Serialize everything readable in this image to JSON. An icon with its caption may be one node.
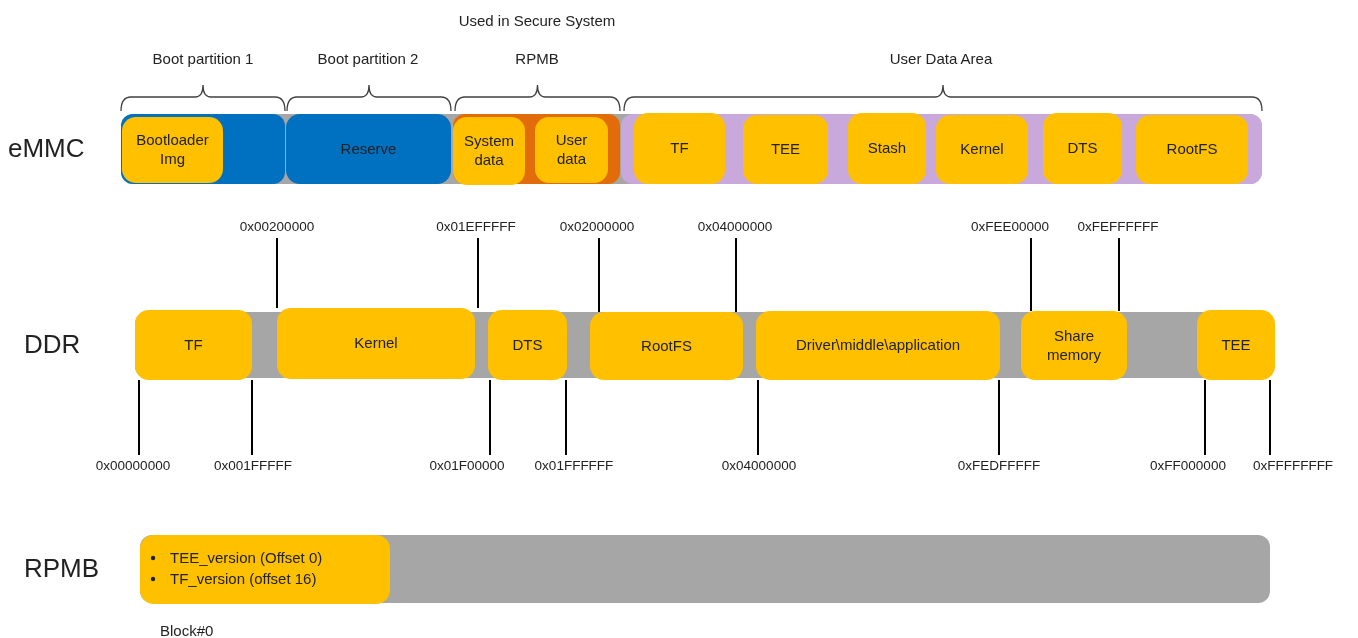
{
  "diagram": {
    "nodes": [
      {
        "text": [],
        "shape": "bar",
        "beside": [
          "eMMC"
        ]
      },
      {
        "text": [],
        "shape": "bar",
        "in": 0
      },
      {
        "text": [
          "Bootloader Img"
        ],
        "in": 1
      },
      {
        "text": [
          "Reserve"
        ],
        "in": 0
      },
      {
        "text": [],
        "shape": "bar",
        "in": 0
      },
      {
        "text": [
          "System data"
        ],
        "in": 4
      },
      {
        "text": [
          "User data"
        ],
        "in": 4
      },
      {
        "text": [],
        "shape": "bar",
        "in": 0
      },
      {
        "text": [
          "TF"
        ],
        "in": 7
      },
      {
        "text": [
          "TEE"
        ],
        "in": 7
      },
      {
        "text": [
          "Stash"
        ],
        "in": 7
      },
      {
        "text": [
          "Kernel"
        ],
        "in": 7
      },
      {
        "text": [
          "DTS"
        ],
        "in": 7
      },
      {
        "text": [
          "RootFS"
        ],
        "in": 7
      },
      {
        "text": [],
        "shape": "bar",
        "beside": [
          "DDR"
        ]
      },
      {
        "text": [
          "TF"
        ],
        "in": 14
      },
      {
        "text": [
          "Kernel"
        ],
        "in": 14
      },
      {
        "text": [
          "DTS"
        ],
        "in": 14
      },
      {
        "text": [
          "RootFS"
        ],
        "in": 14
      },
      {
        "text": [
          "Driver\\middle\\application"
        ],
        "in": 14
      },
      {
        "text": [
          "Share memory"
        ],
        "in": 14
      },
      {
        "text": [
          "TEE"
        ],
        "in": 14
      },
      {
        "text": [],
        "shape": "bar",
        "beside": [
          "RPMB"
        ]
      },
      {
        "text": [
          "TEE_version (Offset 0)",
          "TF_version (offset 16)"
        ],
        "in": 22,
        "beside": [
          "Block#0"
        ]
      },
      {
        "text": [
          "0x00200000"
        ]
      },
      {
        "text": [
          "0x01EFFFFF"
        ]
      },
      {
        "text": [
          "0x02000000"
        ]
      },
      {
        "text": [
          "0x04000000"
        ]
      },
      {
        "text": [
          "0xFEE00000"
        ]
      },
      {
        "text": [
          "0xFEFFFFFF"
        ]
      },
      {
        "text": [
          "0x00000000"
        ]
      },
      {
        "text": [
          "0x001FFFFF"
        ]
      },
      {
        "text": [
          "0x01F00000"
        ]
      },
      {
        "text": [
          "0x01FFFFFF"
        ]
      },
      {
        "text": [
          "0x04000000"
        ]
      },
      {
        "text": [
          "0xFEDFFFFF"
        ]
      },
      {
        "text": [
          "0xFF000000"
        ]
      },
      {
        "text": [
          "0xFFFFFFFF"
        ]
      }
    ],
    "edges": [
      {
        "from": 24,
        "to": 16,
        "arrow": "none"
      },
      {
        "from": 25,
        "to": 16,
        "arrow": "none"
      },
      {
        "from": 26,
        "to": 18,
        "arrow": "none"
      },
      {
        "from": 27,
        "to": 18,
        "arrow": "none"
      },
      {
        "from": 28,
        "to": 20,
        "arrow": "none"
      },
      {
        "from": 29,
        "to": 20,
        "arrow": "none"
      },
      {
        "from": 30,
        "to": 15,
        "arrow": "none"
      },
      {
        "from": 31,
        "to": 15,
        "arrow": "none"
      },
      {
        "from": 32,
        "to": 17,
        "arrow": "none"
      },
      {
        "from": 33,
        "to": 17,
        "arrow": "none"
      },
      {
        "from": 34,
        "to": 19,
        "arrow": "none"
      },
      {
        "from": 35,
        "to": 19,
        "arrow": "none"
      },
      {
        "from": 36,
        "to": 21,
        "arrow": "none"
      },
      {
        "from": 37,
        "to": 21,
        "arrow": "none"
      }
    ],
    "labels": [
      "Used in Secure System",
      "Boot partition 1",
      "Boot partition 2",
      "RPMB",
      "User Data Area"
    ]
  }
}
